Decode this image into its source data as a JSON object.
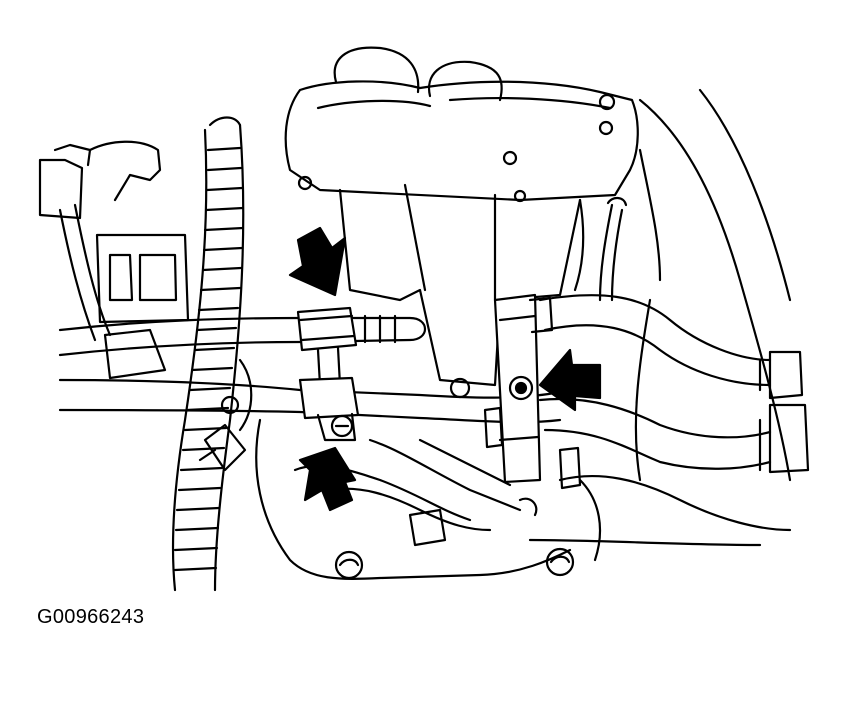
{
  "figure": {
    "code": "G00966243"
  },
  "colors": {
    "line": "#000000",
    "background": "#ffffff",
    "arrow_fill": "#000000"
  },
  "callouts": [
    {
      "name": "arrow-upper-left-clamp",
      "direction": "down"
    },
    {
      "name": "arrow-lower-left-clamp",
      "direction": "up-left"
    },
    {
      "name": "arrow-right-clamp",
      "direction": "left"
    }
  ]
}
